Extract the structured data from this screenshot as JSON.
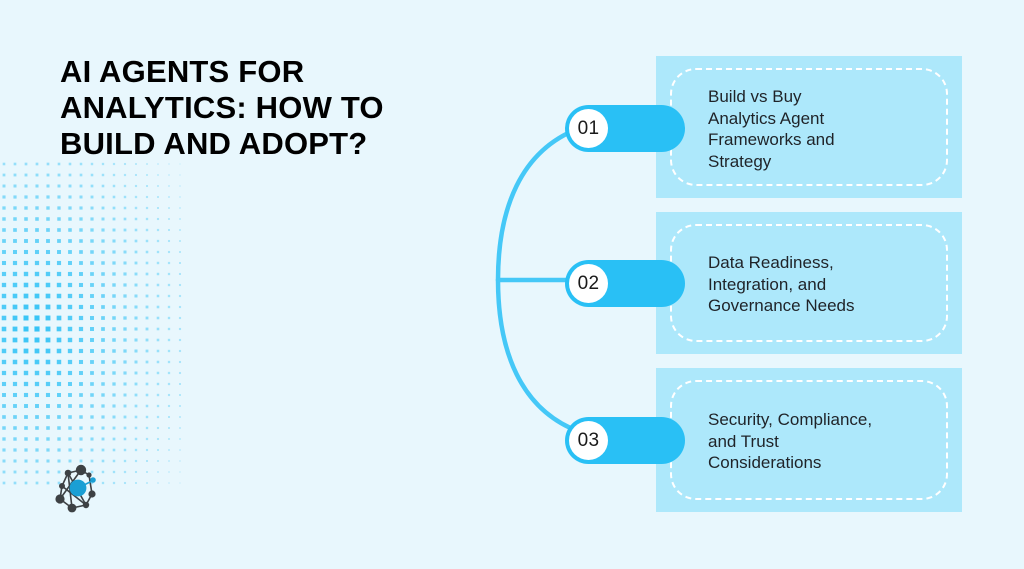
{
  "slide": {
    "background_color": "#e8f7fd",
    "accent_color": "#29c0f5",
    "card_color": "#ade8fb",
    "title": "AI AGENTS FOR\nANALYTICS: HOW TO\nBUILD AND ADOPT?"
  },
  "logo": {
    "name": "network-graph-logo",
    "node_color": "#3d4144",
    "highlight_color": "#1a9fd4"
  },
  "items": [
    {
      "number": "01",
      "text": "Build vs Buy\nAnalytics Agent\nFrameworks and\nStrategy"
    },
    {
      "number": "02",
      "text": "Data Readiness,\nIntegration, and\nGovernance Needs"
    },
    {
      "number": "03",
      "text": "Security, Compliance,\nand Trust\nConsiderations"
    }
  ]
}
